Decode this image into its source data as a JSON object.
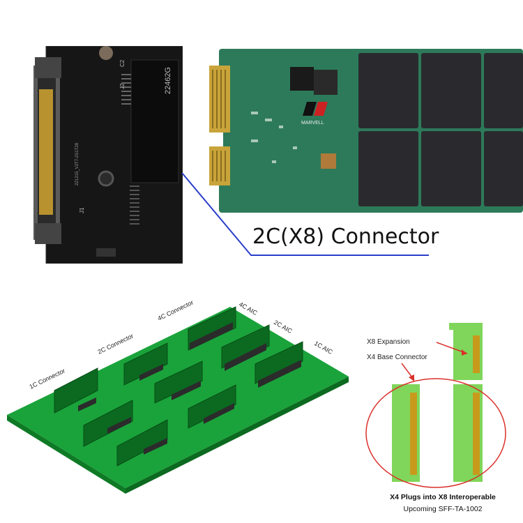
{
  "photo": {
    "board_code": "22462G",
    "pcb_label": "2Z1215_V2T7-2S1T28",
    "ref_j1": "J1",
    "ref_j2": "J2",
    "ref_c2": "C2",
    "chip_brand": "MARVELL"
  },
  "caption": {
    "text": "2C(X8) Connector"
  },
  "iso_diagram": {
    "labels": {
      "c1_connector": "1C Connector",
      "c2_connector": "2C Connector",
      "c4_connector": "4C Connector",
      "c4_aic": "4C AIC",
      "c2_aic": "2C AIC",
      "c1_aic": "1C AIC"
    },
    "colors": {
      "board": "#1aa33a",
      "board_edge": "#0f7a25",
      "slot": "#2b2b2b"
    }
  },
  "edge_diagram": {
    "x8_expansion": "X8 Expansion",
    "x4_base_connector": "X4 Base Connector",
    "caption_bold": "X4 Plugs into X8 Interoperable",
    "caption_sub": "Upcoming SFF-TA-1002",
    "colors": {
      "card": "#7fd65a",
      "pins": "#c89a1c",
      "ellipse": "#d9302a",
      "arrow": "#d9302a"
    }
  }
}
